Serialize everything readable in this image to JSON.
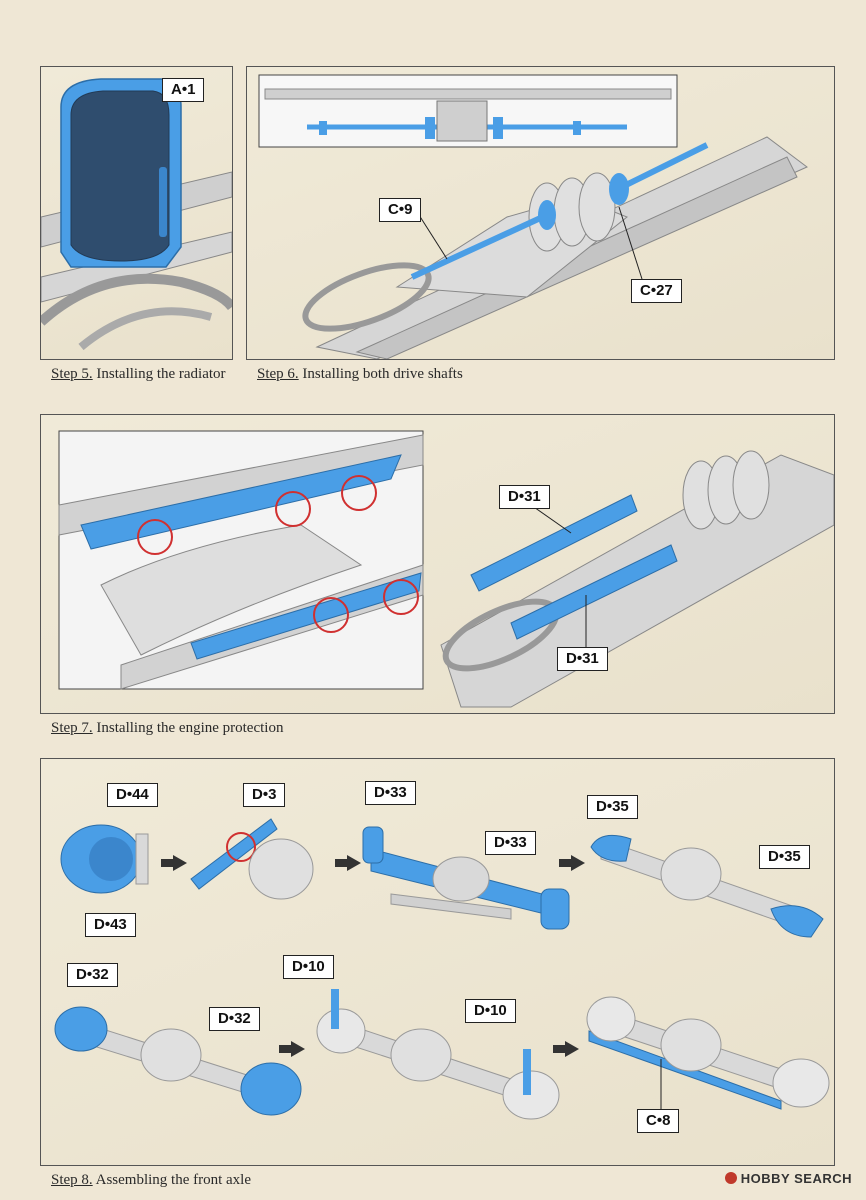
{
  "steps": {
    "step5": {
      "number": "Step 5.",
      "title": "Installing the radiator",
      "labels": {
        "a1": "A•1"
      }
    },
    "step6": {
      "number": "Step 6.",
      "title": "Installing both drive shafts",
      "labels": {
        "c9": "C•9",
        "c27": "C•27"
      }
    },
    "step7": {
      "number": "Step 7.",
      "title": "Installing the engine protection",
      "labels": {
        "d31_top": "D•31",
        "d31_bottom": "D•31"
      }
    },
    "step8": {
      "number": "Step 8.",
      "title": "Assembling the front axle",
      "labels": {
        "d44": "D•44",
        "d43": "D•43",
        "d3": "D•3",
        "d33_a": "D•33",
        "d33_b": "D•33",
        "d35_a": "D•35",
        "d35_b": "D•35",
        "d32_a": "D•32",
        "d32_b": "D•32",
        "d10_a": "D•10",
        "d10_b": "D•10",
        "c8": "C•8"
      }
    }
  },
  "footer": {
    "logo": "HOBBY SEARCH"
  },
  "colors": {
    "part_blue": "#4a9ee6",
    "part_grey": "#d9d9d9",
    "frame_grey": "#c8c8c8",
    "highlight_red": "#d03030",
    "background": "#efe7d5"
  }
}
